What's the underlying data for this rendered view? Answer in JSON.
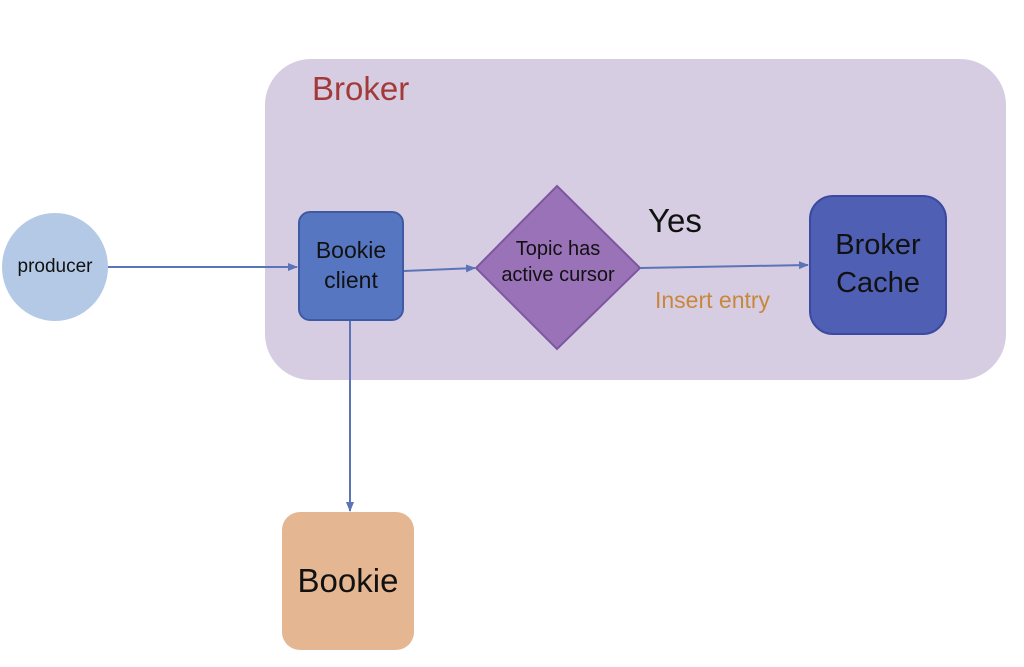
{
  "broker": {
    "title": "Broker"
  },
  "nodes": {
    "producer": "producer",
    "bookie_client": "Bookie\nclient",
    "decision": "Topic has\nactive cursor",
    "broker_cache": "Broker\nCache",
    "bookie": "Bookie"
  },
  "labels": {
    "yes": "Yes",
    "insert_entry": "Insert entry"
  },
  "colors": {
    "broker_fill": "#d7cde2",
    "broker_title": "#a23a3a",
    "producer_fill": "#b3c9e5",
    "bookie_client_fill": "#5776c2",
    "decision_fill": "#9a72b8",
    "broker_cache_fill": "#4f5fb3",
    "bookie_fill": "#e4b691",
    "insert_label": "#c9873d",
    "arrow": "#5b74b8"
  }
}
